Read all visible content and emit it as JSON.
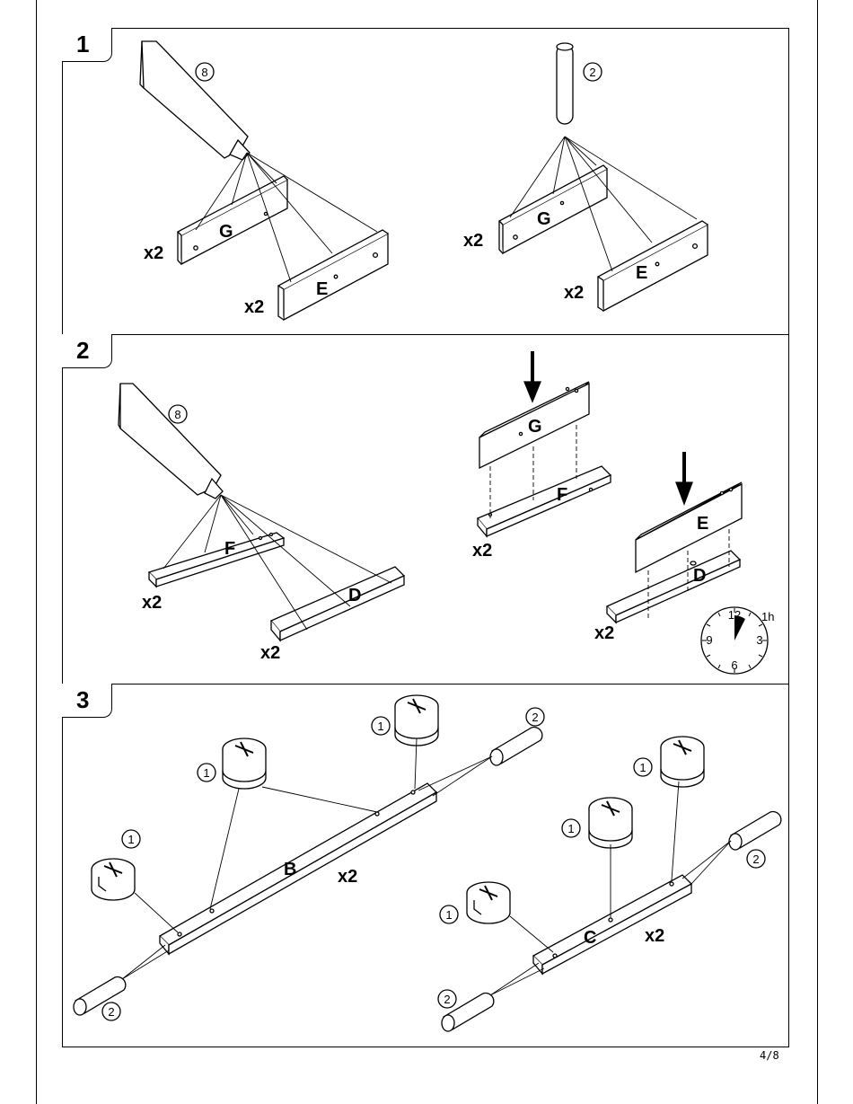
{
  "page_number": "4/8",
  "steps": [
    {
      "number": "1",
      "left": {
        "part_callout": "8",
        "parts": [
          "G",
          "E"
        ],
        "counts": [
          "x2",
          "x2"
        ]
      },
      "right": {
        "part_callout": "2",
        "parts": [
          "G",
          "E"
        ],
        "counts": [
          "x2",
          "x2"
        ]
      }
    },
    {
      "number": "2",
      "left": {
        "part_callout": "8",
        "parts": [
          "F",
          "D"
        ],
        "counts": [
          "x2",
          "x2"
        ]
      },
      "right": {
        "assembly_a": {
          "top": "G",
          "bottom": "F",
          "count": "x2"
        },
        "assembly_b": {
          "top": "E",
          "bottom": "D",
          "count": "x2"
        },
        "clock": {
          "duration": "1h",
          "dial": [
            "12",
            "3",
            "6",
            "9"
          ]
        }
      }
    },
    {
      "number": "3",
      "left": {
        "part": "B",
        "count": "x2",
        "cam_callouts": [
          "1",
          "1",
          "1"
        ],
        "dowel_callouts": [
          "2",
          "2"
        ]
      },
      "right": {
        "part": "C",
        "count": "x2",
        "cam_callouts": [
          "1",
          "1",
          "1"
        ],
        "dowel_callouts": [
          "2",
          "2"
        ]
      }
    }
  ]
}
